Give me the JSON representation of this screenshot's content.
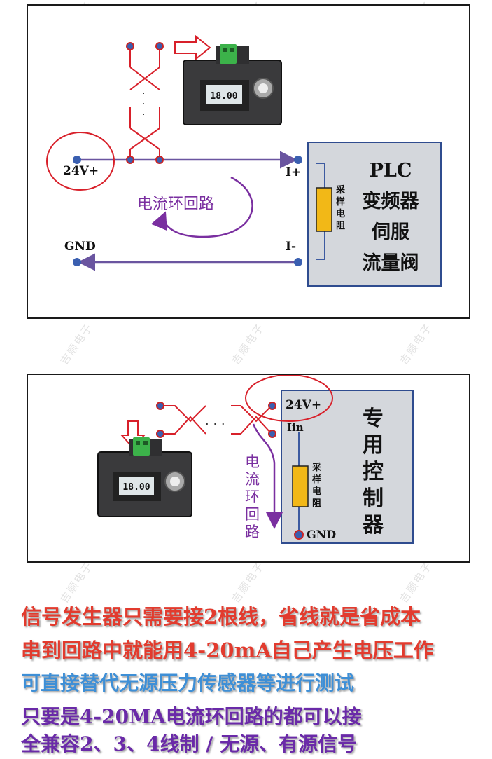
{
  "watermark": "吉顺电子",
  "diagram1": {
    "pin_24v": "24V+",
    "pin_gnd": "GND",
    "pin_iplus": "I+",
    "pin_iminus": "I-",
    "loop_label": "电流环回路",
    "resistor_label": [
      "采",
      "样",
      "电",
      "阻"
    ],
    "device_lines": [
      "PLC",
      "变频器",
      "伺服",
      "流量阀"
    ],
    "lcd_value": "18.00"
  },
  "diagram2": {
    "pin_24v": "24V+",
    "pin_iin": "Iin",
    "pin_gnd": "GND",
    "loop_label_chars": [
      "电",
      "流",
      "环",
      "回",
      "路"
    ],
    "resistor_label": [
      "采",
      "样",
      "电",
      "阻"
    ],
    "device_chars": [
      "专",
      "用",
      "控",
      "制",
      "器"
    ],
    "lcd_value": "18.00"
  },
  "captions": [
    {
      "text": "信号发生器只需要接2根线，省线就是省成本",
      "color": "#e23b2e"
    },
    {
      "text": "串到回路中就能用4-20mA自己产生电压工作",
      "color": "#e23b2e"
    },
    {
      "text": "可直接替代无源压力传感器等进行测试",
      "color": "#3e8fd6"
    },
    {
      "text": "只要是4-20MA电流环回路的都可以接",
      "color": "#6a2aa8"
    },
    {
      "text": "全兼容2、3、4线制 / 无源、有源信号",
      "color": "#6a2aa8"
    }
  ]
}
